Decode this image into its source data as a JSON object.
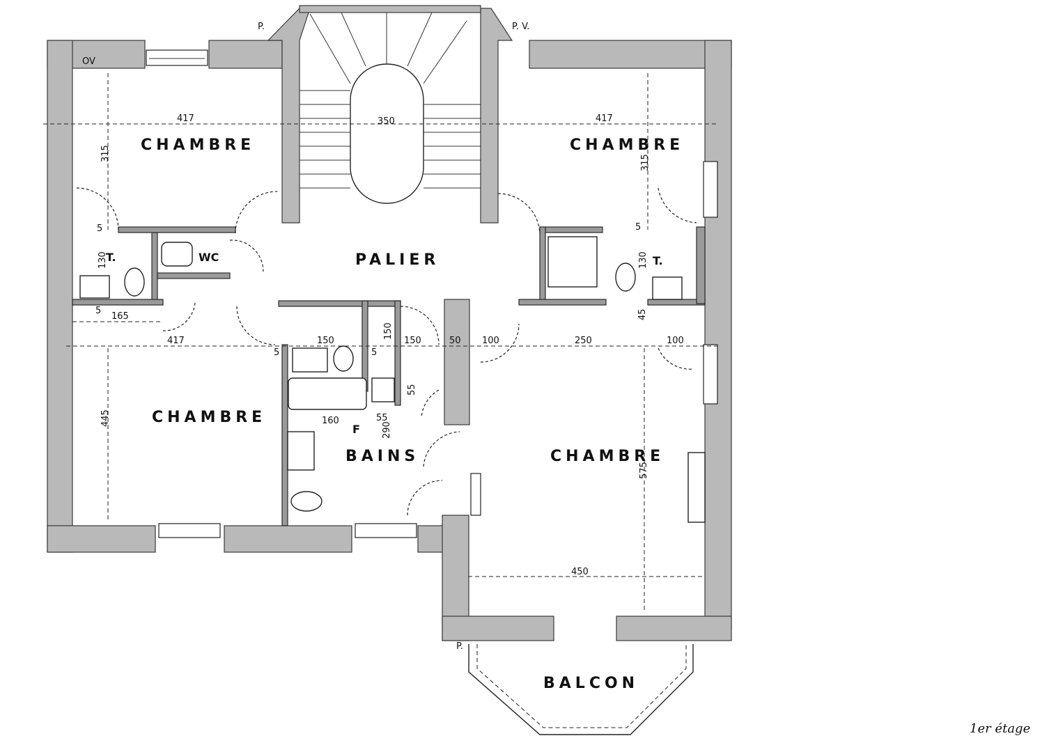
{
  "rooms": {
    "chambre_nw": "CHAMBRE",
    "chambre_ne": "CHAMBRE",
    "chambre_sw": "CHAMBRE",
    "chambre_se": "CHAMBRE",
    "palier": "PALIER",
    "bains": "BAINS",
    "balcon": "BALCON",
    "wc": "WC",
    "toilette_w": "T.",
    "toilette_e": "T.",
    "f": "F"
  },
  "markers": {
    "ov": "OV",
    "pv_left": "P.",
    "pv_right": "P. V.",
    "po_balcon": "P."
  },
  "dimensions": {
    "nw_width": "417",
    "stair_width": "350",
    "ne_width": "417",
    "nw_depth": "315",
    "ne_depth": "315",
    "sw_width": "417",
    "sw_depth": "445",
    "w_165": "165",
    "w_130": "130",
    "e_130": "130",
    "d_5a": "5",
    "d_5b": "5",
    "d_5c": "5",
    "d_5d": "5",
    "d_5e": "5",
    "b_150a": "150",
    "b_150b": "150",
    "b_150c": "150",
    "b_50": "50",
    "b_100a": "100",
    "b_250": "250",
    "b_100b": "100",
    "b_45": "45",
    "b_55a": "55",
    "b_55b": "55",
    "b_160": "160",
    "b_290": "290",
    "se_depth": "575",
    "se_width": "450"
  },
  "caption": "1er étage"
}
